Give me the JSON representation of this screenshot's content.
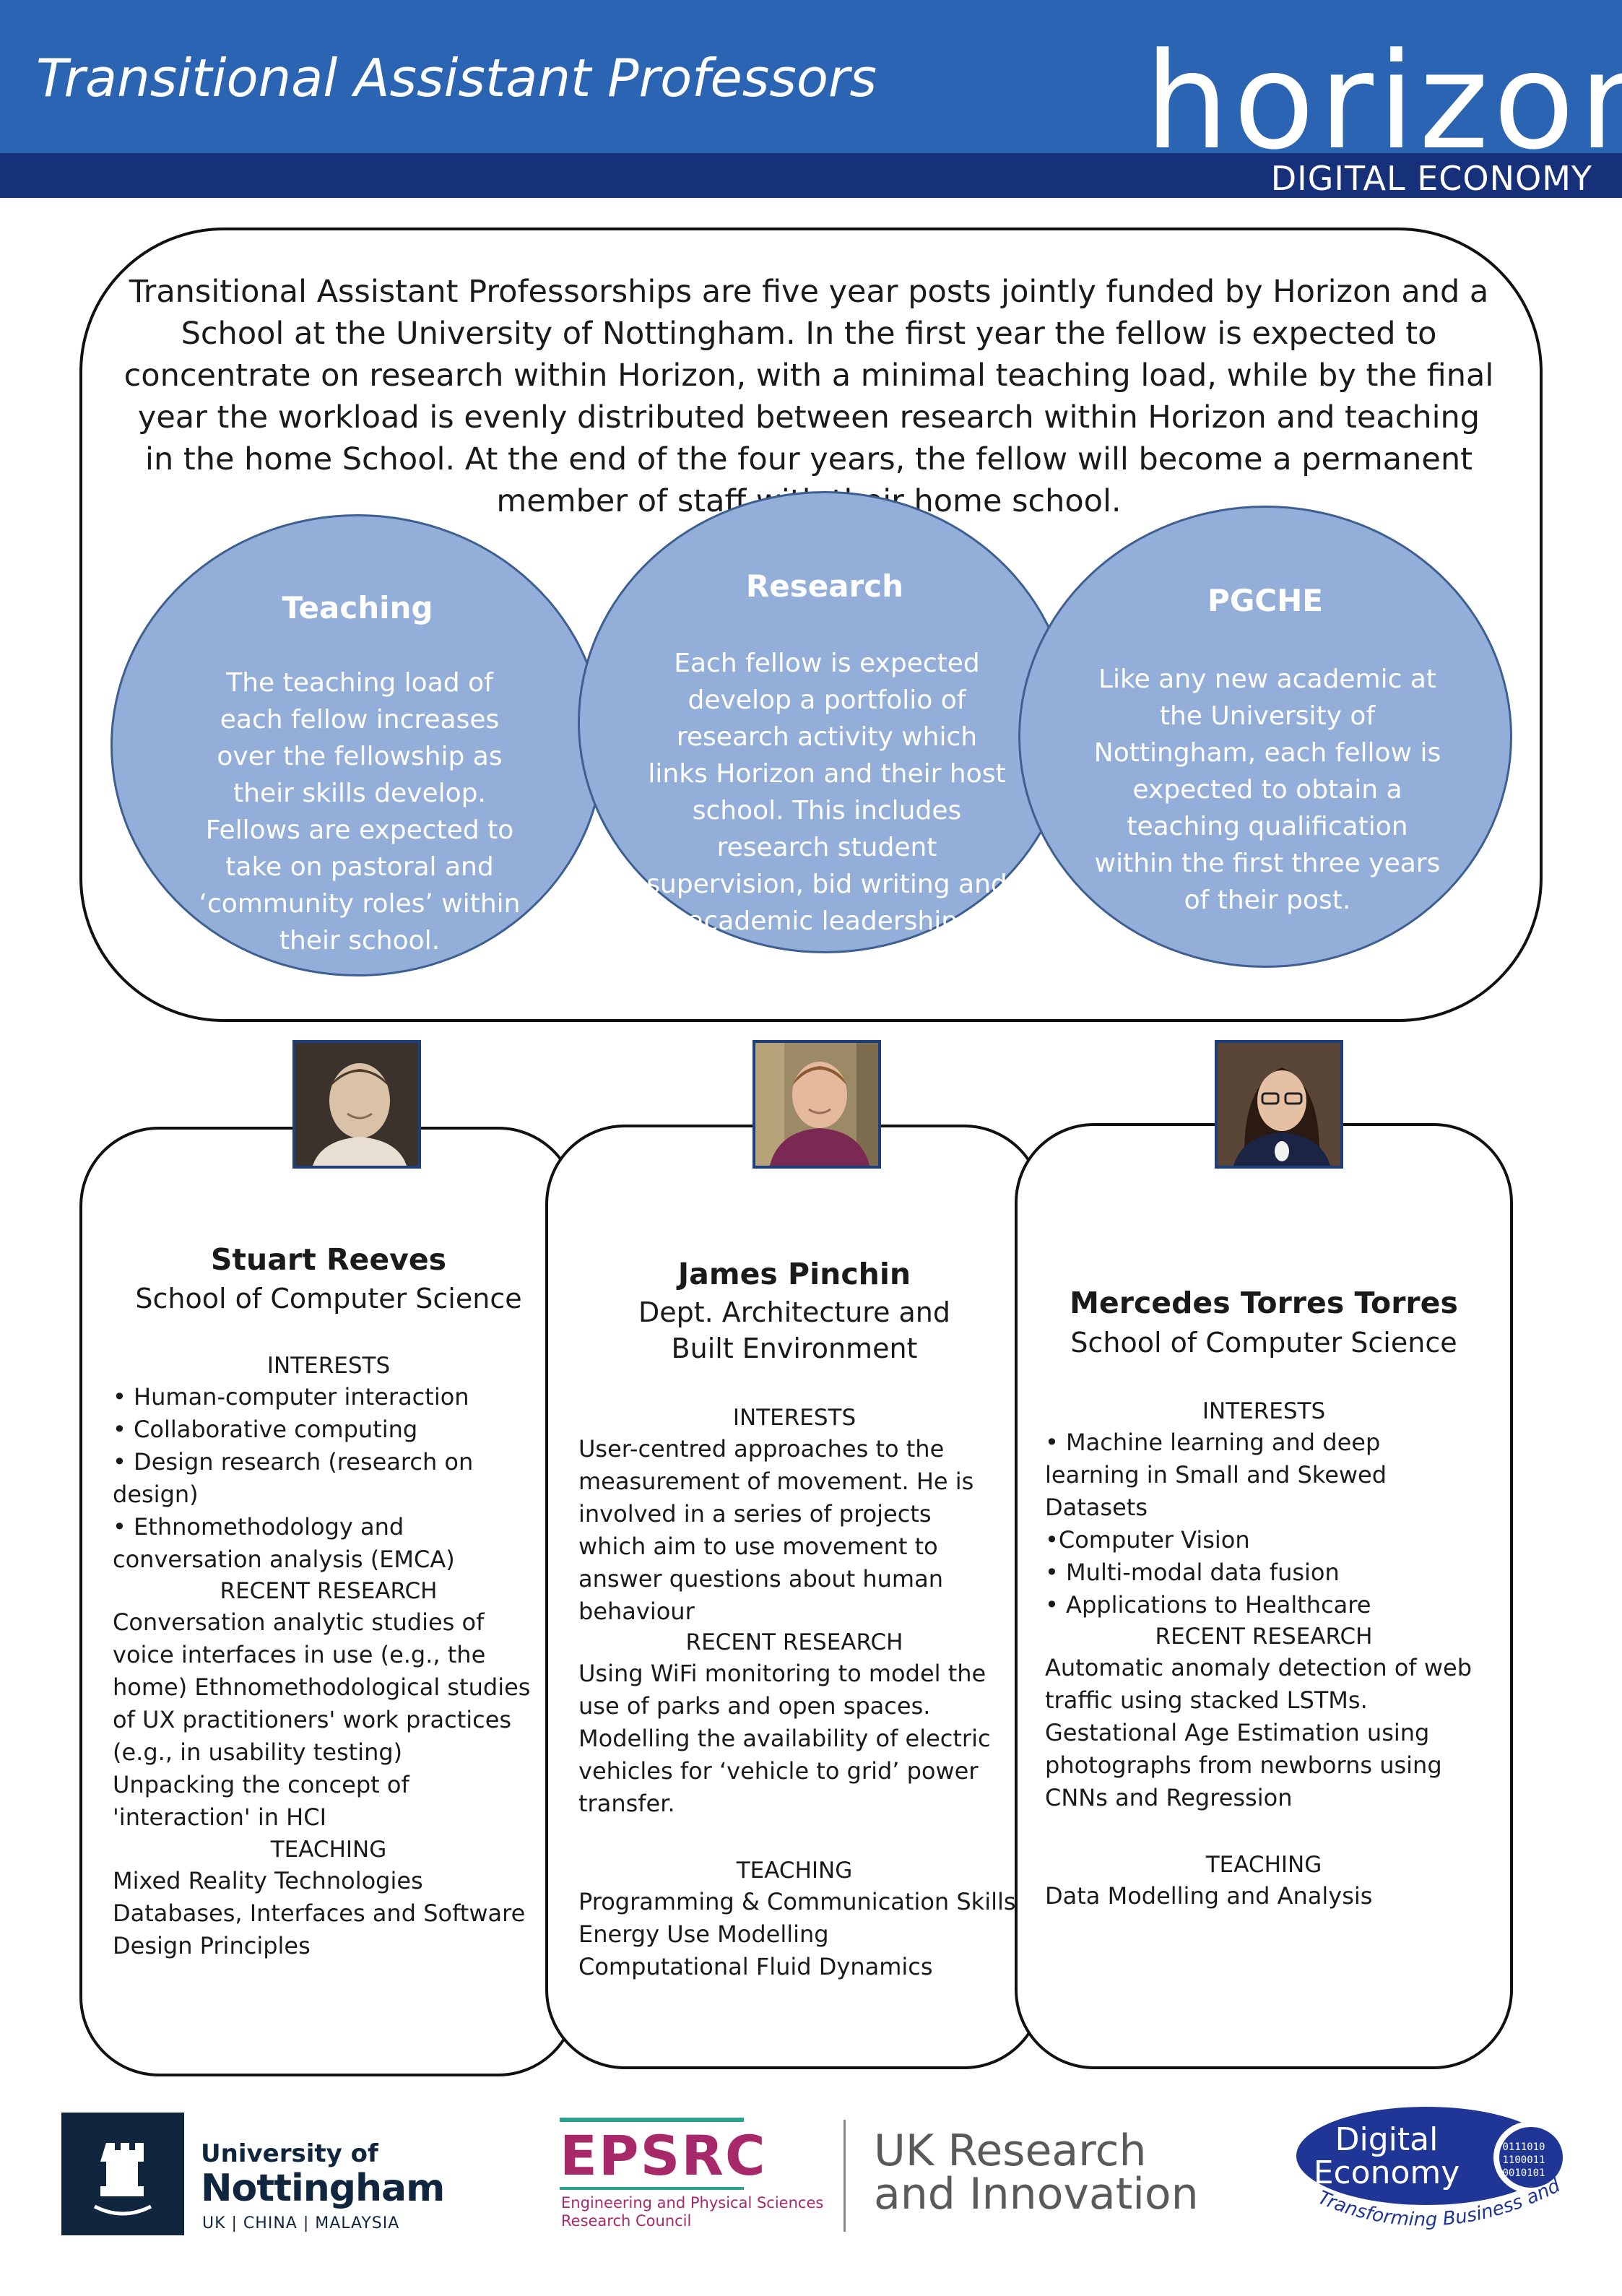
{
  "header": {
    "title": "Transitional Assistant Professors",
    "brand": "horizon",
    "brand_subtitle": "DIGITAL ECONOMY RESEARCH"
  },
  "intro": {
    "text": "Transitional Assistant Professorships are five year posts jointly funded by Horizon and a School at the University of Nottingham. In the first year the fellow is expected to concentrate on research within Horizon, with a minimal teaching load, while by the final year the workload is evenly distributed between research within Horizon and teaching in the home School. At the end of the four years, the fellow will become a permanent member of staff with their home school."
  },
  "circles": [
    {
      "title": "Teaching",
      "text": "The teaching load of each fellow increases over the fellowship as their skills develop. Fellows are expected to take on pastoral and ‘community roles’ within their school."
    },
    {
      "title": "Research",
      "text": "Each fellow is expected develop a portfolio of research activity which links Horizon and their host school. This includes research student supervision, bid writing and academic leadership."
    },
    {
      "title": "PGCHE",
      "text": "Like any new academic at the University of Nottingham, each fellow is expected to obtain a teaching qualification within the first three years of their post."
    }
  ],
  "people": [
    {
      "name": "Stuart Reeves",
      "school": "School of Computer Science",
      "interests_head": "INTERESTS",
      "interests": [
        "• Human-computer interaction",
        "• Collaborative computing",
        "• Design research (research on design)",
        "• Ethnomethodology and conversation analysis (EMCA)"
      ],
      "research_head": "RECENT RESEARCH",
      "research": "Conversation analytic studies of voice interfaces in use (e.g., the home) Ethnomethodological studies of UX practitioners' work practices (e.g., in usability testing) Unpacking the concept of 'interaction' in HCI",
      "teaching_head": "TEACHING",
      "teaching": [
        "Mixed Reality Technologies",
        "Databases, Interfaces and Software Design Principles"
      ]
    },
    {
      "name": "James Pinchin",
      "school": "Dept. Architecture and Built Environment",
      "interests_head": "INTERESTS",
      "interests": [
        "User-centred approaches to the measurement of movement. He is involved in a series of projects which aim to use movement to answer questions about human behaviour"
      ],
      "research_head": "RECENT RESEARCH",
      "research_lines": [
        "Using WiFi monitoring to model the use of parks and open spaces.",
        "Modelling the availability of electric vehicles for ‘vehicle to grid’ power transfer."
      ],
      "teaching_head": "TEACHING",
      "teaching": [
        "Programming & Communication Skills",
        "Energy Use Modelling",
        "Computational Fluid Dynamics"
      ]
    },
    {
      "name": "Mercedes Torres Torres",
      "school": "School of Computer Science",
      "interests_head": "INTERESTS",
      "interests": [
        "• Machine learning and deep learning in Small and Skewed Datasets",
        "•Computer Vision",
        "• Multi-modal data fusion",
        "• Applications to Healthcare"
      ],
      "research_head": "RECENT RESEARCH",
      "research_lines": [
        "Automatic anomaly detection of web traffic using stacked LSTMs.",
        "Gestational Age Estimation using photographs from newborns using CNNs and Regression"
      ],
      "teaching_head": "TEACHING",
      "teaching": [
        "Data Modelling and Analysis"
      ]
    }
  ],
  "footer": {
    "uon_line1": "University of",
    "uon_line2": "Nottingham",
    "uon_sub": "UK | CHINA | MALAYSIA",
    "epsrc": "EPSRC",
    "epsrc_sub1": "Engineering and Physical Sciences",
    "epsrc_sub2": "Research Council",
    "ukri_line1": "UK Research",
    "ukri_line2": "and Innovation",
    "de_line1": "Digital",
    "de_line2": "Economy",
    "de_tagline": "Transforming Business and Society"
  },
  "colors": {
    "header_blue": "#2b64b2",
    "header_navy": "#16307a",
    "circle_fill": "#93afd9",
    "epsrc_magenta": "#a82969",
    "epsrc_teal": "#2aa38d"
  }
}
